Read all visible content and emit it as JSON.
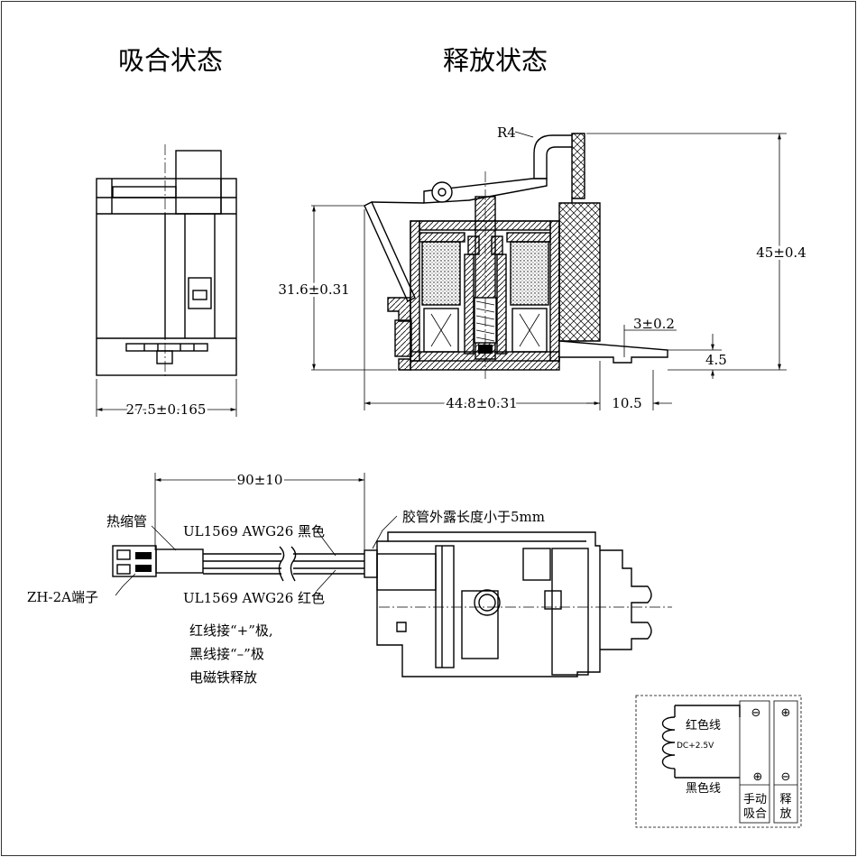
{
  "titles": {
    "closed_state": "吸合状态",
    "released_state": "释放状态"
  },
  "dimensions": {
    "width_closed": "27.5±0.165",
    "height_body": "31.6±0.31",
    "width_released": "44.8±0.31",
    "height_total": "45±0.4",
    "radius": "R4",
    "flange_gap": "3±0.2",
    "flange_offset": "4.5",
    "flange_width": "10.5",
    "lead_length": "90±10"
  },
  "labels": {
    "heat_shrink": "热缩管",
    "wire_black": "UL1569 AWG26 黑色",
    "wire_red": "UL1569 AWG26 红色",
    "connector": "ZH-2A端子",
    "tube_note": "胶管外露长度小于5mm"
  },
  "notes": {
    "line1": "红线接“+”极,",
    "line2": "黑线接“–”极",
    "line3": "电磁铁释放"
  },
  "circuit": {
    "red_wire": "红色线",
    "black_wire": "黑色线",
    "voltage": "DC+2.5V",
    "manual_close_1": "手动",
    "manual_close_2": "吸合",
    "release_1": "释",
    "release_2": "放",
    "plus_symbol": "⊕",
    "minus_symbol": "⊖"
  }
}
